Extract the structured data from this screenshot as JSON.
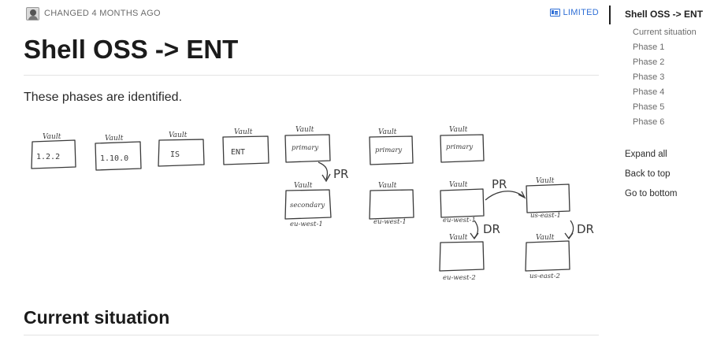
{
  "meta": {
    "changed_text": "CHANGED 4 MONTHS AGO",
    "access_badge": "LIMITED",
    "accent_color": "#2f6fd6"
  },
  "page": {
    "title": "Shell OSS -> ENT",
    "intro": "These phases are identified."
  },
  "diagram": {
    "style": "hand-drawn sketch",
    "version_boxes": [
      {
        "header": "Vault",
        "label": "1.2.2"
      },
      {
        "header": "Vault",
        "label": "1.10.0"
      },
      {
        "header": "Vault",
        "label": "IS"
      },
      {
        "header": "Vault",
        "label": "ENT"
      }
    ],
    "replication_column": {
      "primary": "primary",
      "secondary": "secondary",
      "secondary_region": "eu-west-1",
      "arrow_label": "PR"
    },
    "dr_columns": [
      {
        "top": "primary",
        "region": "eu-west-1"
      },
      {
        "top": "primary",
        "region": "eu-west-1",
        "pr_label": "PR",
        "pr_target_region": "us-east-1",
        "dr_label": "DR",
        "dr_target_region": "eu-west-2",
        "pr_dr_label": "DR",
        "pr_dr_target_region": "us-east-2"
      }
    ]
  },
  "sections": {
    "current_heading": "Current situation"
  },
  "toc": {
    "title": "Shell OSS -> ENT",
    "items": [
      "Current situation",
      "Phase 1",
      "Phase 2",
      "Phase 3",
      "Phase 4",
      "Phase 5",
      "Phase 6"
    ],
    "expand_all": "Expand all",
    "back_to_top": "Back to top",
    "go_to_bottom": "Go to bottom"
  }
}
